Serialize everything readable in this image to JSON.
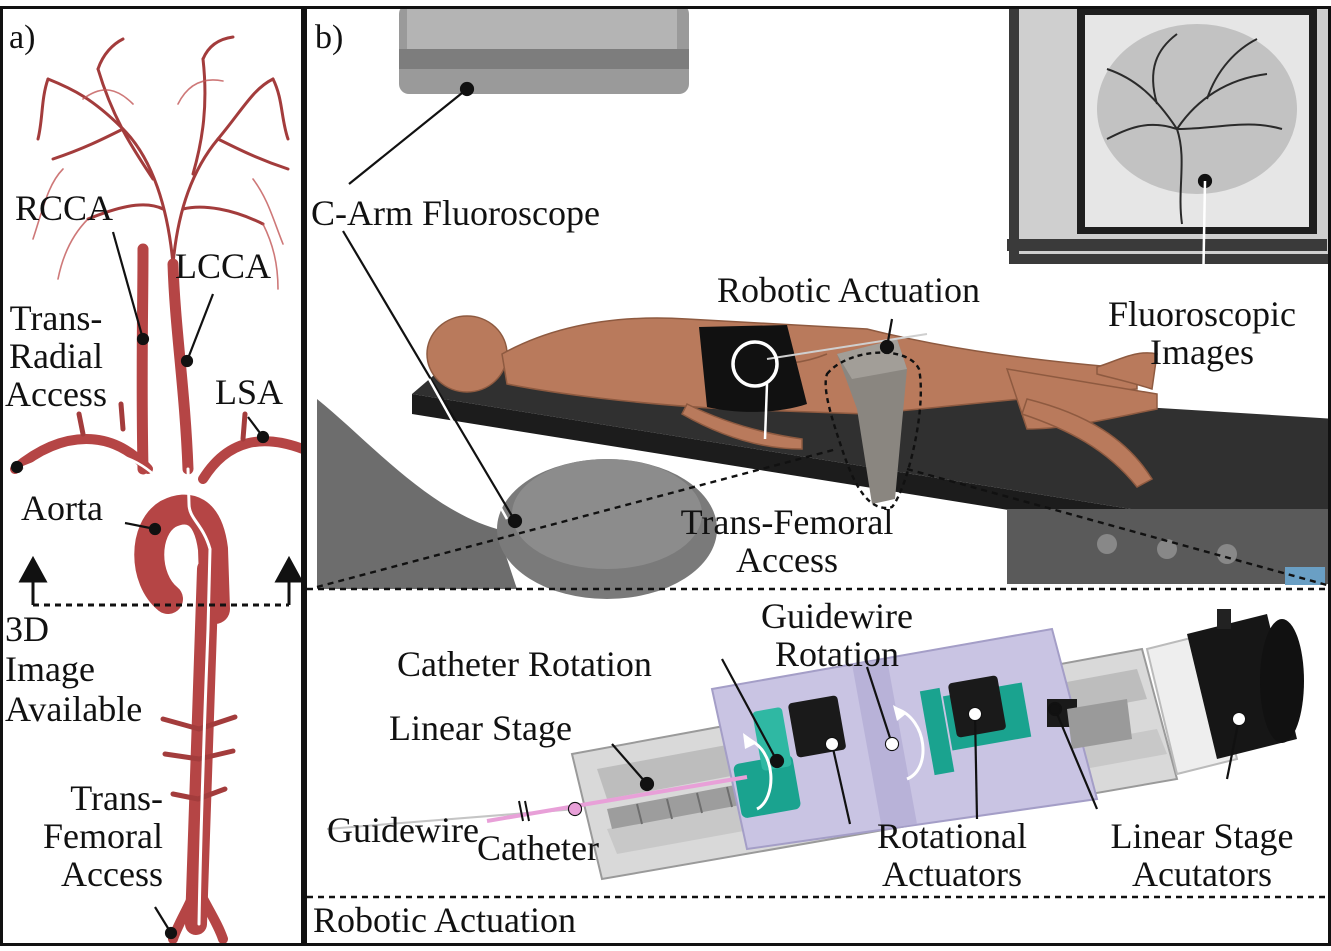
{
  "panel_a": {
    "tag": "a)",
    "labels": {
      "rcca": "RCCA",
      "lcca": "LCCA",
      "trans_radial": "Trans-\nRadial\nAccess",
      "lsa": "LSA",
      "aorta": "Aorta",
      "image_3d": "3D\nImage\nAvailable",
      "trans_femoral": "Trans-\nFemoral\nAccess"
    }
  },
  "panel_b": {
    "tag": "b)",
    "labels": {
      "c_arm": "C-Arm Fluoroscope",
      "robotic_actuation_top": "Robotic Actuation",
      "fluoro_images": "Fluoroscopic\nImages",
      "trans_femoral_access": "Trans-Femoral\nAccess"
    }
  },
  "inset": {
    "labels": {
      "guidewire_rotation": "Guidewire\nRotation",
      "catheter_rotation": "Catheter Rotation",
      "linear_stage": "Linear Stage",
      "guidewire": "Guidewire",
      "catheter": "Catheter",
      "rotational_actuators": "Rotational\nActuators",
      "linear_stage_actuators": "Linear Stage\nAcutators",
      "robotic_actuation_bottom": "Robotic Actuation"
    }
  },
  "colors": {
    "vessel": "#b54545",
    "vessel_dark": "#8f2f2f",
    "skin": "#b97a5c",
    "table": "#2f2f2f",
    "device_purple": "#c9c4e3",
    "teal": "#1aa38f"
  }
}
